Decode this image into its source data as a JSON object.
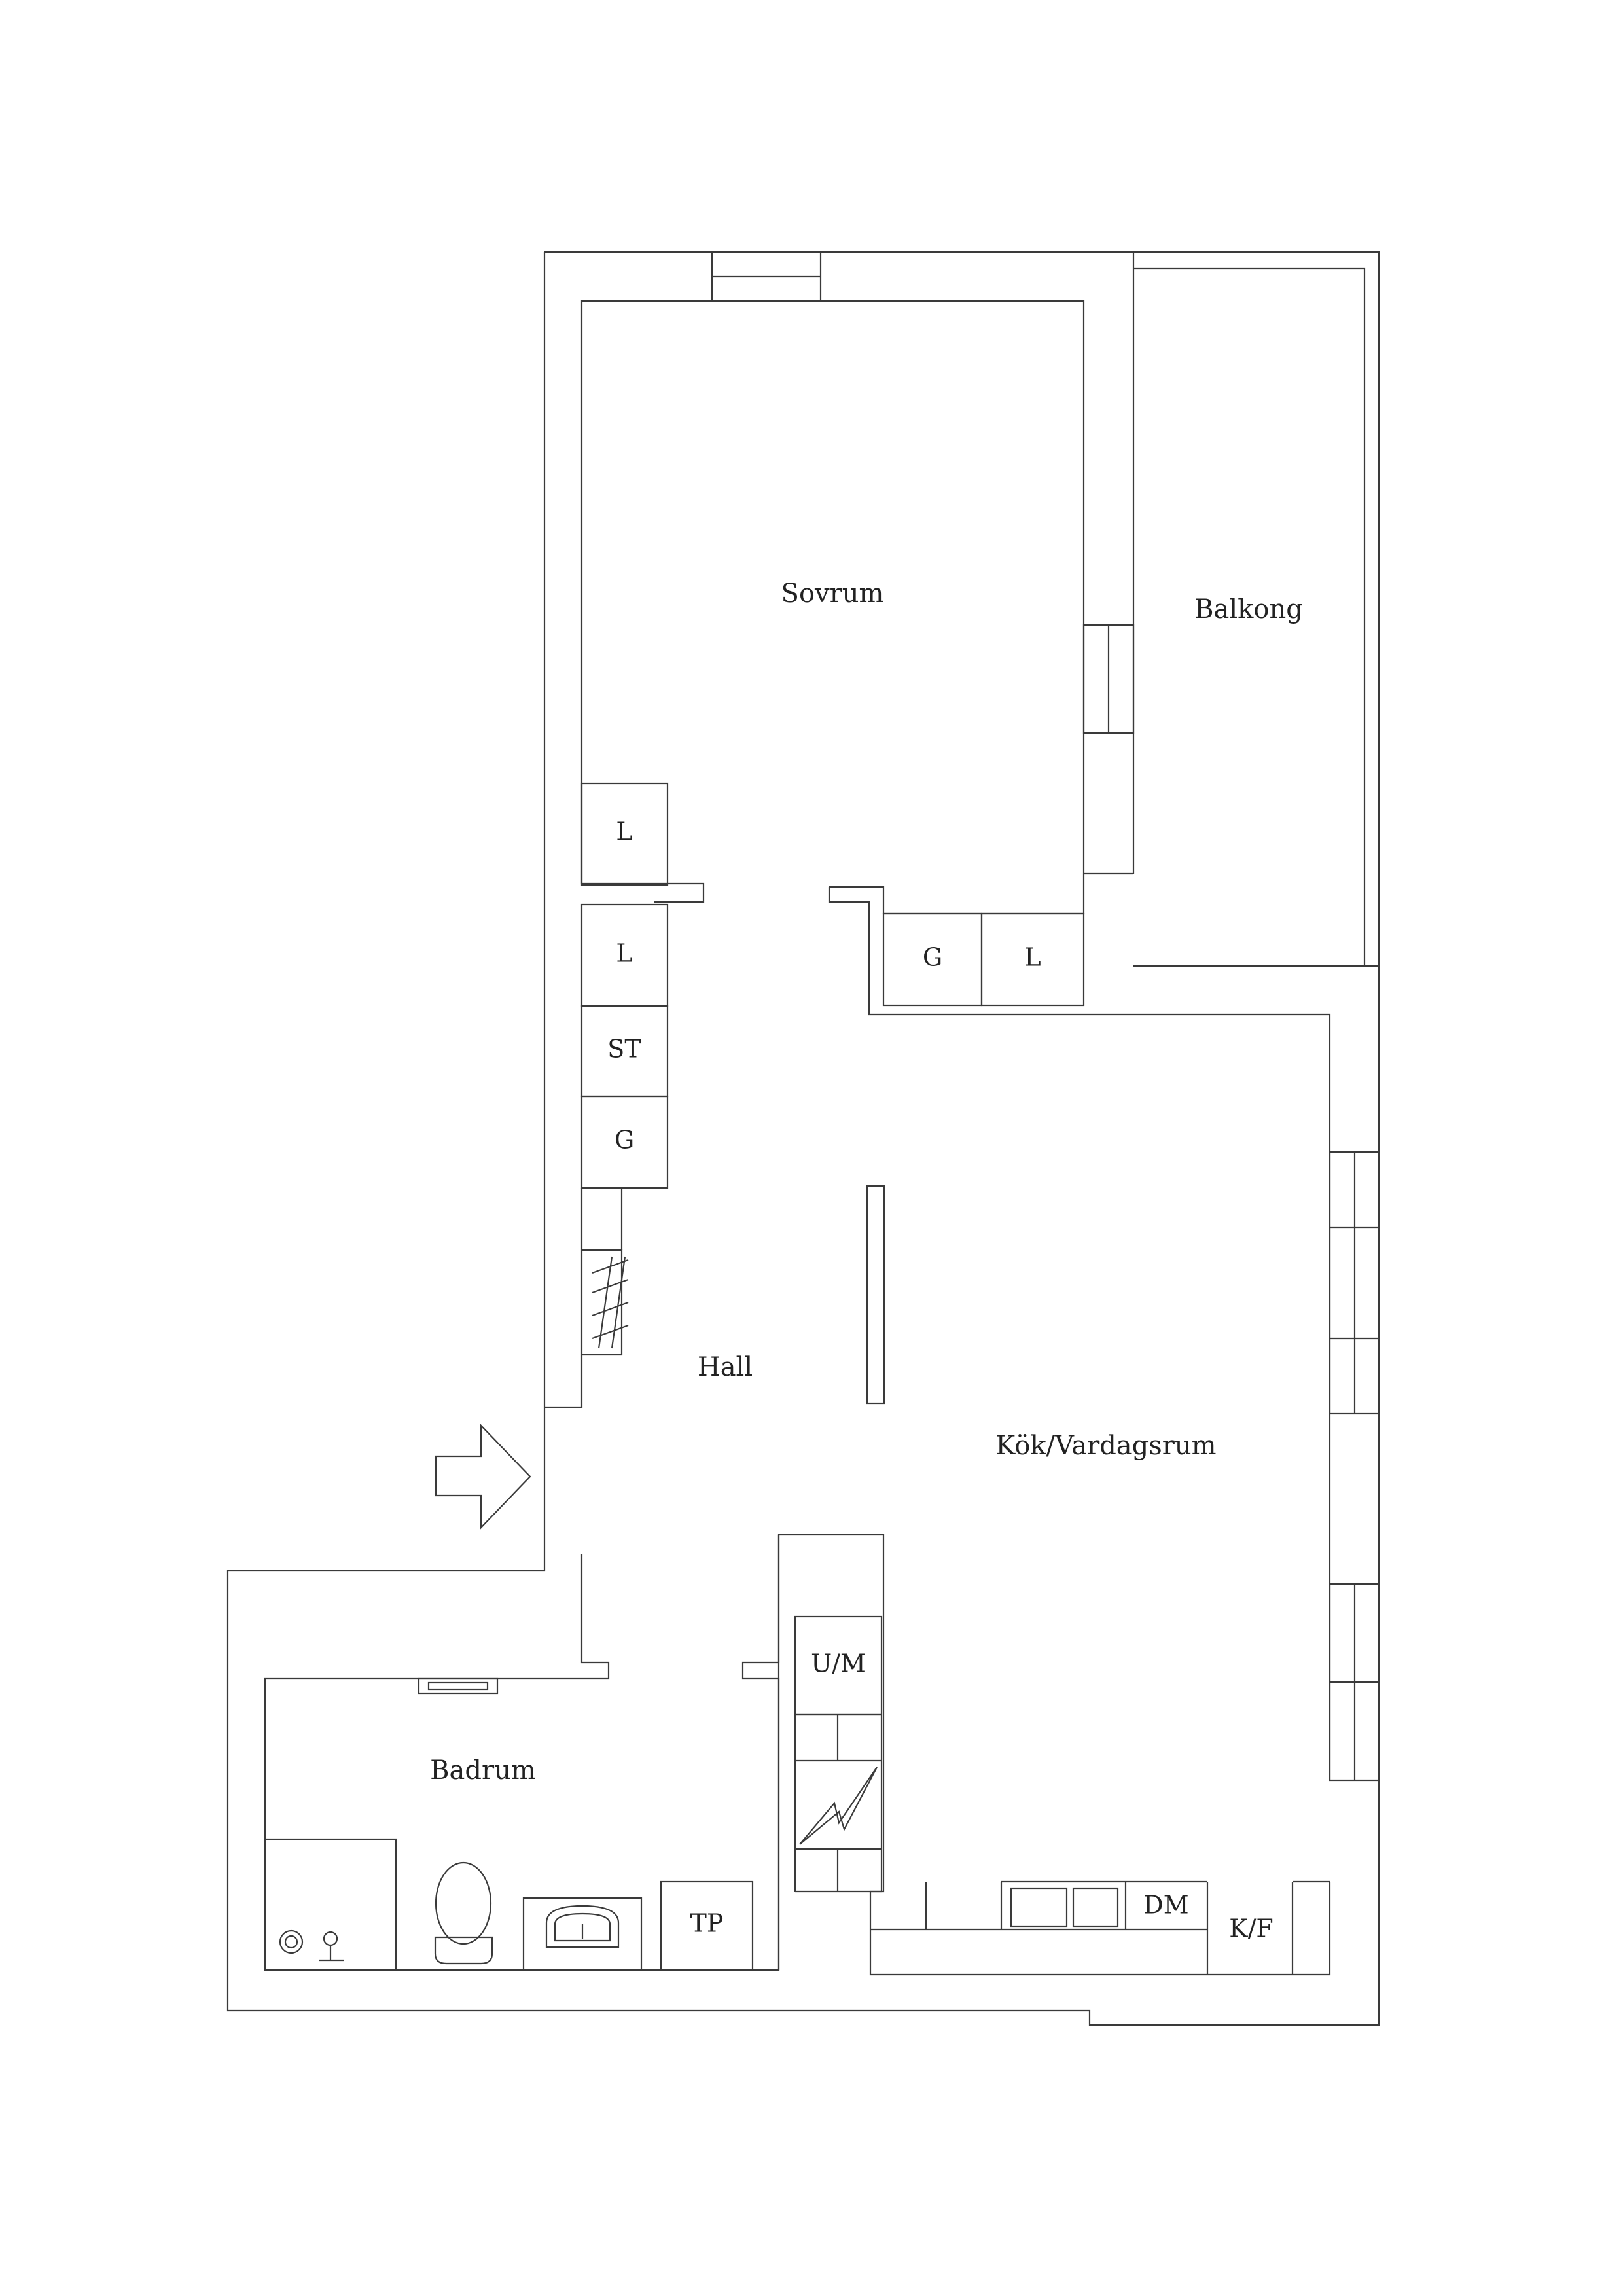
{
  "rooms": {
    "sovrum": "Sovrum",
    "balkong": "Balkong",
    "hall": "Hall",
    "kok": "Kök/Vardagsrum",
    "badrum": "Badrum"
  },
  "cabinets": {
    "sov_l": "L",
    "g_closet": "G",
    "l_closet": "L",
    "hall_l": "L",
    "hall_st": "ST",
    "hall_g": "G",
    "um": "U/M",
    "tp": "TP",
    "dm": "DM",
    "kf": "K/F"
  }
}
